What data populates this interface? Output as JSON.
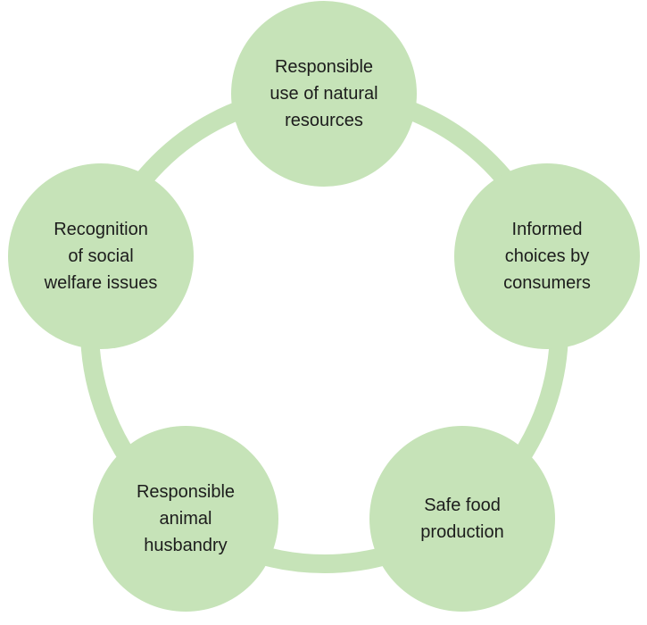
{
  "diagram": {
    "type": "cycle",
    "background_color": "#ffffff",
    "node_fill_color": "#c6e3b8",
    "ring_color": "#c6e3b8",
    "text_color": "#1c1c1c",
    "nodes": [
      {
        "position": "top",
        "label": "Responsible use of natural resources",
        "lines": [
          "Responsible",
          "use of natural",
          "resources"
        ]
      },
      {
        "position": "right",
        "label": "Informed choices by consumers",
        "lines": [
          "Informed",
          "choices by",
          "consumers"
        ]
      },
      {
        "position": "bottom-right",
        "label": "Safe food production",
        "lines": [
          "Safe food",
          "production"
        ]
      },
      {
        "position": "bottom-left",
        "label": "Responsible animal husbandry",
        "lines": [
          "Responsible",
          "animal",
          "husbandry"
        ]
      },
      {
        "position": "left",
        "label": "Recognition of social welfare issues",
        "lines": [
          "Recognition",
          "of social",
          "welfare issues"
        ]
      }
    ]
  }
}
